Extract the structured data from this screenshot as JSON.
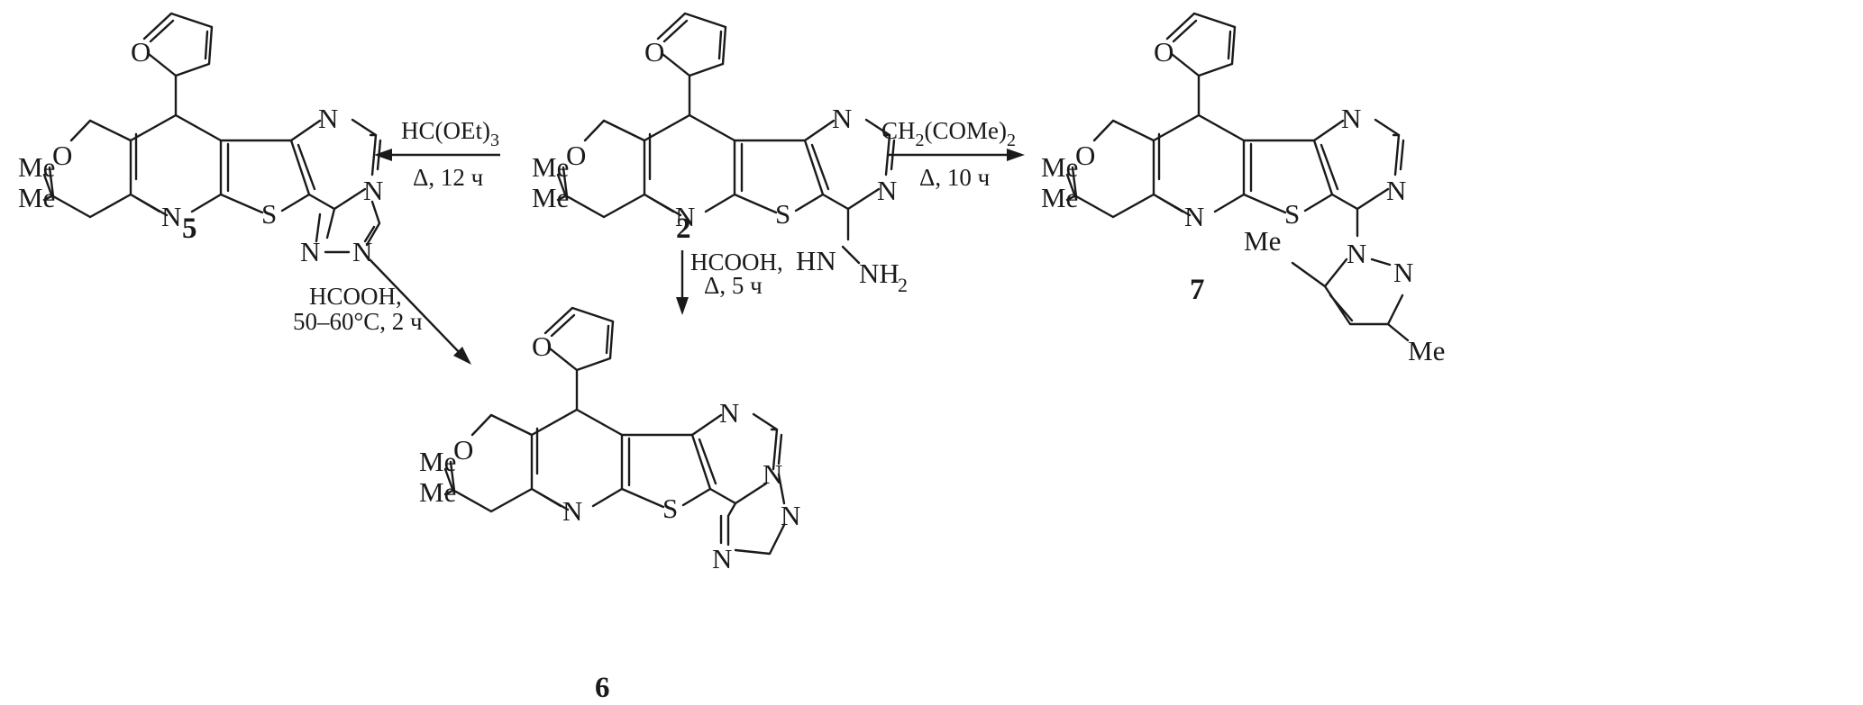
{
  "compounds": [
    {
      "id": "2",
      "label": "2"
    },
    {
      "id": "5",
      "label": "5"
    },
    {
      "id": "6",
      "label": "6"
    },
    {
      "id": "7",
      "label": "7"
    }
  ],
  "atom_text": {
    "O": "O",
    "N": "N",
    "S": "S",
    "Me": "Me",
    "NH": "HN",
    "NH2": "NH",
    "sub2": "2"
  },
  "reactions": [
    {
      "id": "2-to-5",
      "reagent_main": "HC(OEt)",
      "reagent_sub": "3",
      "conditions": "Δ, 12 ч"
    },
    {
      "id": "2-to-7",
      "reagent_a": "CH",
      "reagent_a_sub": "2",
      "reagent_b": "(COMe)",
      "reagent_b_sub": "2",
      "conditions": "Δ, 10 ч"
    },
    {
      "id": "2-to-6",
      "reagent": "HCOOH,",
      "conditions": "Δ, 5 ч"
    },
    {
      "id": "5-to-6",
      "reagent": "HCOOH,",
      "conditions": "50–60°C, 2 ч"
    }
  ]
}
